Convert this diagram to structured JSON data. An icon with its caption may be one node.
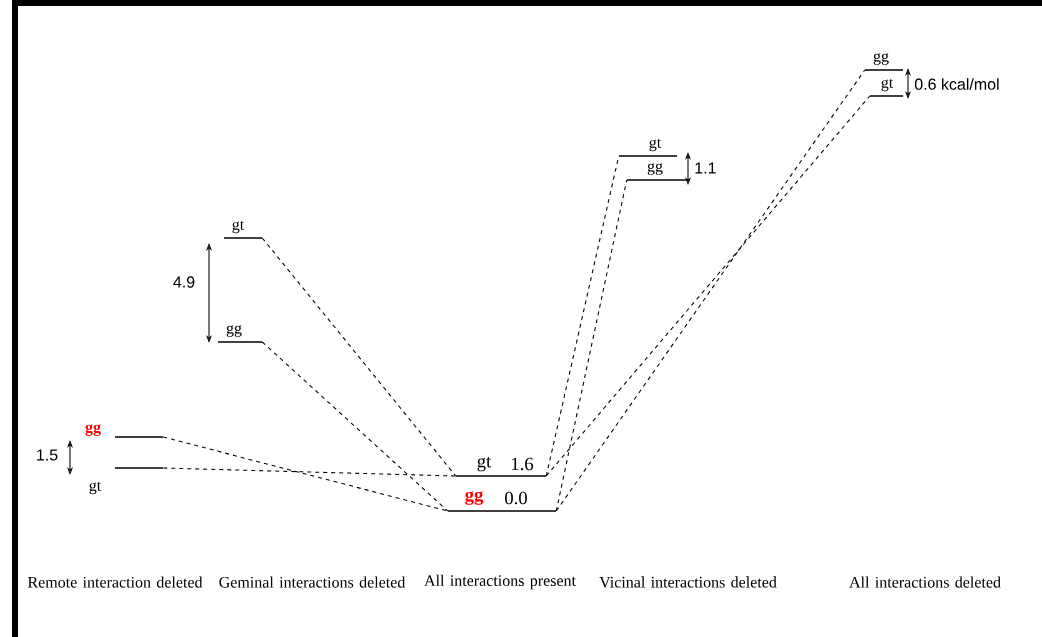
{
  "diagram": {
    "nodes": [
      {
        "text": [
          "gg"
        ]
      },
      {
        "text": [
          "gt"
        ]
      },
      {
        "text": [
          "gt"
        ]
      },
      {
        "text": [
          "gg"
        ]
      },
      {
        "text": [
          "gt",
          "1.6"
        ]
      },
      {
        "text": [
          "gg",
          "0.0"
        ]
      },
      {
        "text": [
          "gt"
        ]
      },
      {
        "text": [
          "gg"
        ]
      },
      {
        "text": [
          "gg"
        ]
      },
      {
        "text": [
          "gt"
        ]
      }
    ],
    "edges": [
      {
        "from": 0,
        "to": 5,
        "arrow": "none",
        "style": "dashed"
      },
      {
        "from": 1,
        "to": 4,
        "arrow": "none",
        "style": "dashed"
      },
      {
        "from": 2,
        "to": 4,
        "arrow": "none",
        "style": "dashed"
      },
      {
        "from": 3,
        "to": 5,
        "arrow": "none",
        "style": "dashed"
      },
      {
        "from": 4,
        "to": 6,
        "arrow": "none",
        "style": "dashed"
      },
      {
        "from": 5,
        "to": 7,
        "arrow": "none",
        "style": "dashed"
      },
      {
        "from": 4,
        "to": 9,
        "arrow": "none",
        "style": "dashed"
      },
      {
        "from": 5,
        "to": 8,
        "arrow": "none",
        "style": "dashed"
      }
    ],
    "labels": [
      "0.6 kcal/mol",
      "1.1",
      "4.9",
      "1.5",
      "Remote interaction deleted",
      "Geminal interactions deleted",
      "All interactions present",
      "Vicinal interactions deleted",
      "All interactions deleted"
    ]
  }
}
